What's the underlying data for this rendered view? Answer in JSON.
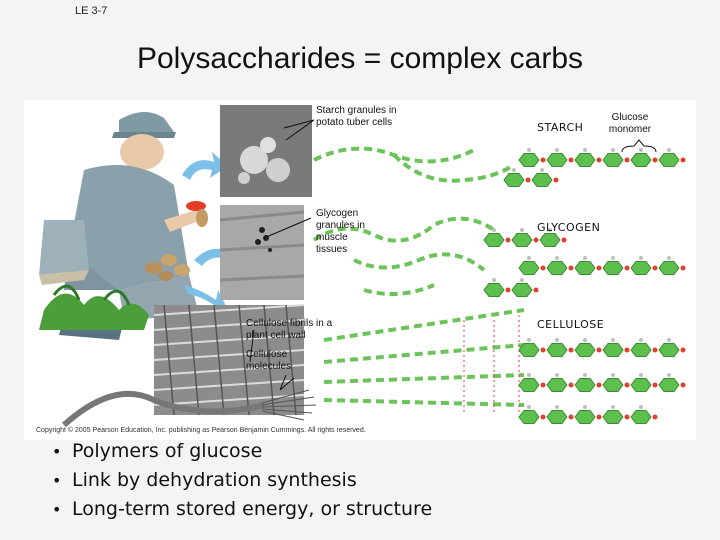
{
  "slide_label": "LE 3-7",
  "title": "Polysaccharides = complex carbs",
  "figure": {
    "captions": {
      "starch_granules": "Starch granules in potato tuber cells",
      "glycogen_granules": "Glycogen granules in muscle tissues",
      "cellulose_fibrils": "Cellulose fibrils in a plant cell wall",
      "cellulose_molecules": "Cellulose molecules"
    },
    "molecules": {
      "starch": "STARCH",
      "glycogen": "GLYCOGEN",
      "cellulose": "CELLULOSE",
      "glucose_monomer": "Glucose monomer"
    },
    "copyright": "Copyright © 2005 Pearson Education, Inc. publishing as Pearson Benjamin Cummings. All rights reserved."
  },
  "bullets": [
    "Polymers of glucose",
    "Link by dehydration synthesis",
    "Long-term stored energy, or structure"
  ],
  "colors": {
    "glucose_green": "#5cbf4e",
    "oxygen_red": "#e04030",
    "hydrogen_grey": "#bfbfbf"
  }
}
